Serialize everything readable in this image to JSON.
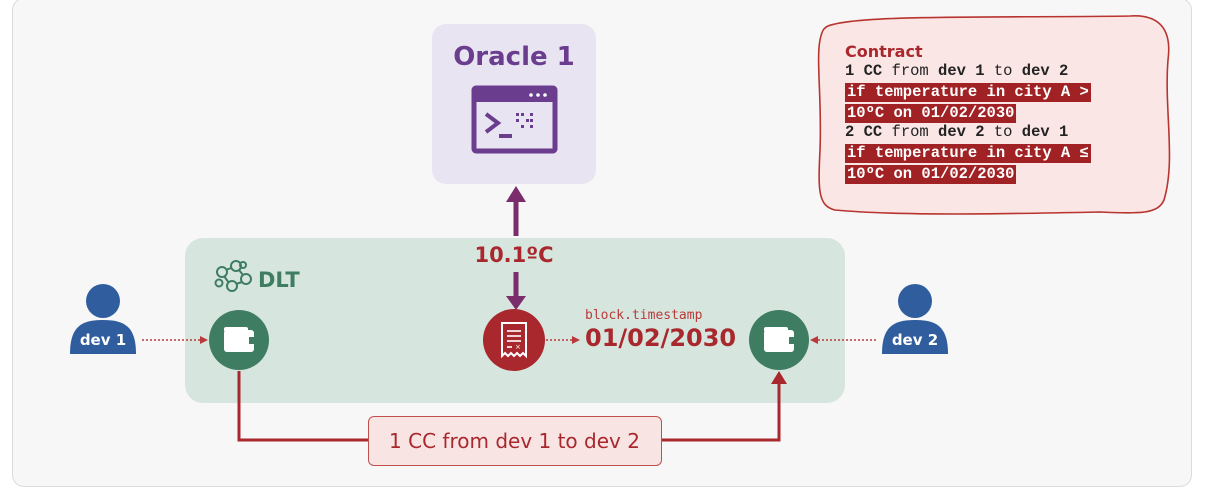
{
  "oracle": {
    "title": "Oracle 1",
    "icon": "terminal-icon"
  },
  "dlt": {
    "label": "DLT",
    "icon": "network-icon"
  },
  "temperature": "10.1ºC",
  "block": {
    "code": "block.timestamp",
    "date": "01/02/2030",
    "icon": "receipt-icon"
  },
  "devs": [
    {
      "label": "dev 1",
      "icon": "user-icon"
    },
    {
      "label": "dev 2",
      "icon": "user-icon"
    }
  ],
  "wallet_icon": "wallet-icon",
  "transfer_label": "1 CC from dev 1 to dev 2",
  "contract": {
    "title": "Contract",
    "rule1": {
      "amount": "1 CC",
      "from_word": " from ",
      "from": "dev 1",
      "to_word": " to ",
      "to": "dev 2"
    },
    "cond1": {
      "line1": "if temperature in city A >",
      "line2": "10ºC on 01/02/2030"
    },
    "rule2": {
      "amount": "2 CC",
      "from_word": " from ",
      "from": "dev 2",
      "to_word": " to ",
      "to": "dev 1"
    },
    "cond2": {
      "line1": "if temperature in city A ≤",
      "line2": "10ºC on 01/02/2030"
    }
  },
  "colors": {
    "oracle_purple": "#6a3d8f",
    "dlt_green": "#3e7d64",
    "wallet_green": "#3f7d62",
    "accent_red": "#a8282d",
    "dev_blue": "#2f5d9e",
    "arrow_purple": "#7b2c6b"
  }
}
